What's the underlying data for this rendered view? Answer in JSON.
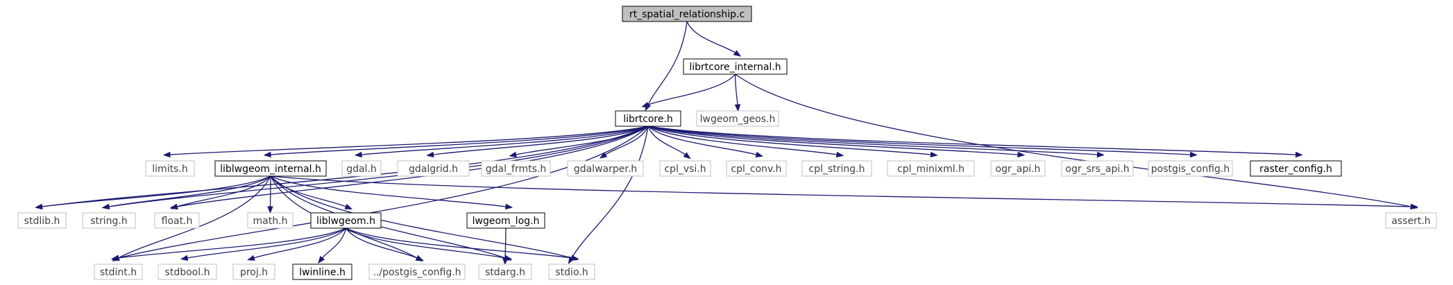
{
  "graph": {
    "nodes": [
      {
        "id": "rt_spatial",
        "label": "rt_spatial_relationship.c",
        "kind": "root"
      },
      {
        "id": "librtcore_internal",
        "label": "librtcore_internal.h",
        "kind": "documented"
      },
      {
        "id": "librtcore",
        "label": "librtcore.h",
        "kind": "documented"
      },
      {
        "id": "lwgeom_geos",
        "label": "lwgeom_geos.h",
        "kind": "external"
      },
      {
        "id": "limits",
        "label": "limits.h",
        "kind": "external"
      },
      {
        "id": "liblwgeom_internal",
        "label": "liblwgeom_internal.h",
        "kind": "documented"
      },
      {
        "id": "gdal",
        "label": "gdal.h",
        "kind": "external"
      },
      {
        "id": "gdalgrid",
        "label": "gdalgrid.h",
        "kind": "external"
      },
      {
        "id": "gdal_frmts",
        "label": "gdal_frmts.h",
        "kind": "external"
      },
      {
        "id": "gdalwarper",
        "label": "gdalwarper.h",
        "kind": "external"
      },
      {
        "id": "cpl_vsi",
        "label": "cpl_vsi.h",
        "kind": "external"
      },
      {
        "id": "cpl_conv",
        "label": "cpl_conv.h",
        "kind": "external"
      },
      {
        "id": "cpl_string",
        "label": "cpl_string.h",
        "kind": "external"
      },
      {
        "id": "cpl_minixml",
        "label": "cpl_minixml.h",
        "kind": "external"
      },
      {
        "id": "ogr_api",
        "label": "ogr_api.h",
        "kind": "external"
      },
      {
        "id": "ogr_srs_api",
        "label": "ogr_srs_api.h",
        "kind": "external"
      },
      {
        "id": "postgis_config",
        "label": "postgis_config.h",
        "kind": "external"
      },
      {
        "id": "raster_config",
        "label": "raster_config.h",
        "kind": "documented"
      },
      {
        "id": "stdlib",
        "label": "stdlib.h",
        "kind": "external"
      },
      {
        "id": "string",
        "label": "string.h",
        "kind": "external"
      },
      {
        "id": "float",
        "label": "float.h",
        "kind": "external"
      },
      {
        "id": "math",
        "label": "math.h",
        "kind": "external"
      },
      {
        "id": "liblwgeom",
        "label": "liblwgeom.h",
        "kind": "documented"
      },
      {
        "id": "lwgeom_log",
        "label": "lwgeom_log.h",
        "kind": "documented"
      },
      {
        "id": "assert",
        "label": "assert.h",
        "kind": "external"
      },
      {
        "id": "stdint",
        "label": "stdint.h",
        "kind": "external"
      },
      {
        "id": "stdbool",
        "label": "stdbool.h",
        "kind": "external"
      },
      {
        "id": "proj",
        "label": "proj.h",
        "kind": "external"
      },
      {
        "id": "lwinline",
        "label": "lwinline.h",
        "kind": "documented"
      },
      {
        "id": "dotdot_postgis_config",
        "label": "../postgis_config.h",
        "kind": "external"
      },
      {
        "id": "stdarg",
        "label": "stdarg.h",
        "kind": "external"
      },
      {
        "id": "stdio",
        "label": "stdio.h",
        "kind": "external"
      }
    ],
    "edges": [
      {
        "from": "rt_spatial",
        "to": "librtcore_internal"
      },
      {
        "from": "rt_spatial",
        "to": "librtcore"
      },
      {
        "from": "librtcore_internal",
        "to": "librtcore"
      },
      {
        "from": "librtcore_internal",
        "to": "lwgeom_geos"
      },
      {
        "from": "librtcore_internal",
        "to": "assert"
      },
      {
        "from": "librtcore",
        "to": "stdlib"
      },
      {
        "from": "librtcore",
        "to": "string"
      },
      {
        "from": "librtcore",
        "to": "float"
      },
      {
        "from": "librtcore",
        "to": "stdint"
      },
      {
        "from": "librtcore",
        "to": "limits"
      },
      {
        "from": "librtcore",
        "to": "liblwgeom_internal"
      },
      {
        "from": "librtcore",
        "to": "gdal"
      },
      {
        "from": "librtcore",
        "to": "gdalgrid"
      },
      {
        "from": "librtcore",
        "to": "gdal_frmts"
      },
      {
        "from": "librtcore",
        "to": "gdalwarper"
      },
      {
        "from": "librtcore",
        "to": "cpl_vsi"
      },
      {
        "from": "librtcore",
        "to": "cpl_conv"
      },
      {
        "from": "librtcore",
        "to": "cpl_string"
      },
      {
        "from": "librtcore",
        "to": "cpl_minixml"
      },
      {
        "from": "librtcore",
        "to": "ogr_api"
      },
      {
        "from": "librtcore",
        "to": "ogr_srs_api"
      },
      {
        "from": "librtcore",
        "to": "postgis_config"
      },
      {
        "from": "librtcore",
        "to": "raster_config"
      },
      {
        "from": "librtcore",
        "to": "stdio"
      },
      {
        "from": "liblwgeom_internal",
        "to": "stdlib"
      },
      {
        "from": "liblwgeom_internal",
        "to": "string"
      },
      {
        "from": "liblwgeom_internal",
        "to": "float"
      },
      {
        "from": "liblwgeom_internal",
        "to": "stdint"
      },
      {
        "from": "liblwgeom_internal",
        "to": "math"
      },
      {
        "from": "liblwgeom_internal",
        "to": "liblwgeom"
      },
      {
        "from": "liblwgeom_internal",
        "to": "lwgeom_log"
      },
      {
        "from": "liblwgeom_internal",
        "to": "assert"
      },
      {
        "from": "liblwgeom_internal",
        "to": "dotdot_postgis_config"
      },
      {
        "from": "liblwgeom_internal",
        "to": "stdarg"
      },
      {
        "from": "liblwgeom_internal",
        "to": "stdio"
      },
      {
        "from": "liblwgeom",
        "to": "stdint"
      },
      {
        "from": "liblwgeom",
        "to": "stdbool"
      },
      {
        "from": "liblwgeom",
        "to": "proj"
      },
      {
        "from": "liblwgeom",
        "to": "lwinline"
      },
      {
        "from": "liblwgeom",
        "to": "dotdot_postgis_config"
      },
      {
        "from": "liblwgeom",
        "to": "stdarg"
      },
      {
        "from": "liblwgeom",
        "to": "stdio"
      },
      {
        "from": "lwgeom_log",
        "to": "stdarg"
      }
    ]
  }
}
